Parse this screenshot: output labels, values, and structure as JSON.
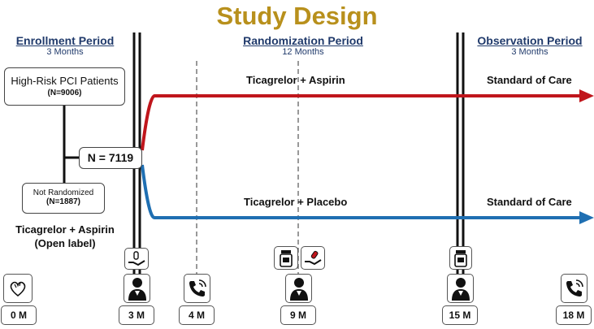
{
  "title": "Study Design",
  "periods": {
    "enrollment": {
      "title": "Enrollment Period",
      "duration": "3 Months"
    },
    "randomization": {
      "title": "Randomization Period",
      "duration": "12 Months"
    },
    "observation": {
      "title": "Observation Period",
      "duration": "3 Months"
    }
  },
  "population": {
    "label": "High-Risk PCI Patients",
    "n": "(N=9006)"
  },
  "randomized": {
    "label": "N = 7119"
  },
  "not_randomized": {
    "label": "Not Randomized",
    "n": "(N=1887)"
  },
  "open_label": {
    "line1": "Ticagrelor + Aspirin",
    "line2": "(Open label)"
  },
  "arms": {
    "aspirin": {
      "label": "Ticagrelor + Aspirin",
      "followup": "Standard of Care",
      "color": "#c0161c"
    },
    "placebo": {
      "label": "Ticagrelor + Placebo",
      "followup": "Standard of Care",
      "color": "#1f6fb2"
    }
  },
  "timepoints": [
    "0 M",
    "3 M",
    "4 M",
    "9 M",
    "15 M",
    "18 M"
  ],
  "icons": {
    "0M": [
      "heart-icon"
    ],
    "3M": [
      "hand-pill-icon",
      "doctor-icon"
    ],
    "4M": [
      "phone-icon"
    ],
    "9M": [
      "pill-bottle-icon",
      "hand-pill-icon",
      "doctor-icon"
    ],
    "15M": [
      "pill-bottle-icon",
      "doctor-icon"
    ],
    "18M": [
      "phone-icon"
    ]
  }
}
